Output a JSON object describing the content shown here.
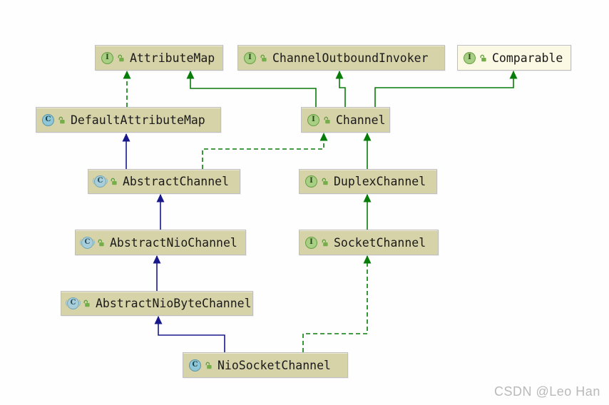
{
  "diagram": {
    "watermark": "CSDN @Leo Han",
    "icons": {
      "interface_letter": "I",
      "class_letter": "C"
    },
    "colors": {
      "node_fill": "#d7d3a8",
      "node_fill_external": "#fbf8e3",
      "node_border": "#bfbfbf",
      "edge_green": "#087c08",
      "edge_navy": "#18188c",
      "interface_icon_fill": "#a8cf83",
      "interface_icon_border": "#679f44",
      "class_icon_fill": "#8fc7d6",
      "class_icon_border": "#5795ab",
      "lock_green": "#6da643",
      "watermark_color": "#b9b9b9",
      "text_color": "#1a1a1a"
    },
    "nodes": [
      {
        "id": "attribute-map",
        "label": "AttributeMap",
        "kind": "interface"
      },
      {
        "id": "channel-outbound-invoker",
        "label": "ChannelOutboundInvoker",
        "kind": "interface"
      },
      {
        "id": "comparable",
        "label": "Comparable",
        "kind": "interface",
        "external": true
      },
      {
        "id": "default-attribute-map",
        "label": "DefaultAttributeMap",
        "kind": "class"
      },
      {
        "id": "channel",
        "label": "Channel",
        "kind": "interface"
      },
      {
        "id": "abstract-channel",
        "label": "AbstractChannel",
        "kind": "abstract-class"
      },
      {
        "id": "duplex-channel",
        "label": "DuplexChannel",
        "kind": "interface"
      },
      {
        "id": "abstract-nio-channel",
        "label": "AbstractNioChannel",
        "kind": "abstract-class"
      },
      {
        "id": "socket-channel",
        "label": "SocketChannel",
        "kind": "interface"
      },
      {
        "id": "abstract-nio-byte-channel",
        "label": "AbstractNioByteChannel",
        "kind": "abstract-class"
      },
      {
        "id": "nio-socket-channel",
        "label": "NioSocketChannel",
        "kind": "class"
      }
    ],
    "edges": [
      {
        "from": "DefaultAttributeMap",
        "to": "AttributeMap",
        "relation": "implements",
        "style": "dashed-green"
      },
      {
        "from": "Channel",
        "to": "AttributeMap",
        "relation": "extends",
        "style": "solid-green"
      },
      {
        "from": "Channel",
        "to": "ChannelOutboundInvoker",
        "relation": "extends",
        "style": "solid-green"
      },
      {
        "from": "Channel",
        "to": "Comparable",
        "relation": "extends",
        "style": "solid-green"
      },
      {
        "from": "AbstractChannel",
        "to": "DefaultAttributeMap",
        "relation": "extends",
        "style": "solid-navy"
      },
      {
        "from": "AbstractChannel",
        "to": "Channel",
        "relation": "implements",
        "style": "dashed-green"
      },
      {
        "from": "DuplexChannel",
        "to": "Channel",
        "relation": "extends",
        "style": "solid-green"
      },
      {
        "from": "AbstractNioChannel",
        "to": "AbstractChannel",
        "relation": "extends",
        "style": "solid-navy"
      },
      {
        "from": "SocketChannel",
        "to": "DuplexChannel",
        "relation": "extends",
        "style": "solid-green"
      },
      {
        "from": "AbstractNioByteChannel",
        "to": "AbstractNioChannel",
        "relation": "extends",
        "style": "solid-navy"
      },
      {
        "from": "NioSocketChannel",
        "to": "AbstractNioByteChannel",
        "relation": "extends",
        "style": "solid-navy"
      },
      {
        "from": "NioSocketChannel",
        "to": "SocketChannel",
        "relation": "implements",
        "style": "dashed-green"
      }
    ]
  }
}
